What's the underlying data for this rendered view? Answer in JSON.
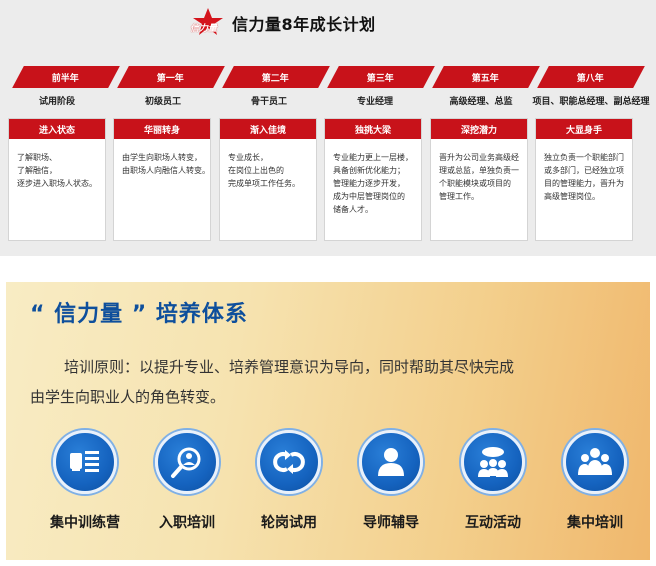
{
  "top": {
    "logo_text": "信力量",
    "title": "信力量8年成长计划",
    "phases": [
      {
        "label": "前半年",
        "role": "试用阶段",
        "card_title": "进入状态",
        "lines": [
          "了解职场、",
          "了解融信，",
          "逐步进入职场人状态。"
        ]
      },
      {
        "label": "第一年",
        "role": "初级员工",
        "card_title": "华丽转身",
        "lines": [
          "由学生向职场人转变，",
          "由职场人向融信人转变。"
        ]
      },
      {
        "label": "第二年",
        "role": "骨干员工",
        "card_title": "渐入佳境",
        "lines": [
          "专业成长，",
          "在岗位上出色的",
          "完成单项工作任务。"
        ]
      },
      {
        "label": "第三年",
        "role": "专业经理",
        "card_title": "独挑大梁",
        "lines": [
          "专业能力更上一层楼，",
          "具备创新优化能力；",
          "管理能力逐步开发，",
          "成为中层管理岗位的",
          "储备人才。"
        ]
      },
      {
        "label": "第五年",
        "role": "高级经理、总监",
        "card_title": "深挖潜力",
        "lines": [
          "晋升为公司业务高级经",
          "理或总监，单独负责一",
          "个职能模块或项目的",
          "管理工作。"
        ]
      },
      {
        "label": "第八年",
        "role": "项目、职能总经理、副总经理",
        "card_title": "大显身手",
        "lines": [
          "独立负责一个职能部门",
          "或多部门，已经独立项",
          "目的管理能力，晋升为",
          "高级管理岗位。"
        ]
      }
    ]
  },
  "bottom": {
    "title": "“ 信力量 ” 培养体系",
    "desc_line1": "培训原则：以提升专业、培养管理意识为导向，同时帮助其尽快完成",
    "desc_line2": "由学生向职业人的角色转变。",
    "methods": [
      {
        "label": "集中训练营",
        "icon": "list-icon"
      },
      {
        "label": "入职培训",
        "icon": "magnifier-person-icon"
      },
      {
        "label": "轮岗试用",
        "icon": "rotation-arrows-icon"
      },
      {
        "label": "导师辅导",
        "icon": "mentor-icon"
      },
      {
        "label": "互动活动",
        "icon": "chat-group-icon"
      },
      {
        "label": "集中培训",
        "icon": "group-icon"
      }
    ]
  },
  "colors": {
    "accent_red": "#c8121a",
    "accent_blue": "#1563bf",
    "title_blue": "#0e4f9c"
  }
}
